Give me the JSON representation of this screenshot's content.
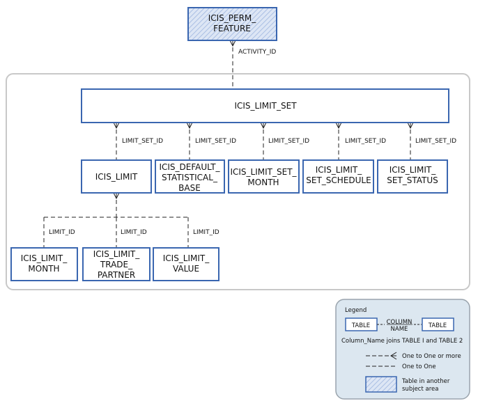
{
  "colors": {
    "border": "#3a66b0",
    "ext_fill": "#dde6f5",
    "hatch": "#aabfe3",
    "subject_area_border": "#c8c8c8",
    "legend_fill": "#dce7f0",
    "legend_border": "#9aa4ad",
    "line": "#222222"
  },
  "tables": {
    "perm_feature": [
      "ICIS_PERM_",
      "FEATURE"
    ],
    "limit_set": [
      "ICIS_LIMIT_SET"
    ],
    "limit": [
      "ICIS_LIMIT"
    ],
    "default_statistical_base": [
      "ICIS_DEFAULT_",
      "STATISTICAL_",
      "BASE"
    ],
    "limit_set_month": [
      "ICIS_LIMIT_SET_",
      "MONTH"
    ],
    "limit_set_schedule": [
      "ICIS_LIMIT_",
      "SET_SCHEDULE"
    ],
    "limit_set_status": [
      "ICIS_LIMIT_",
      "SET_STATUS"
    ],
    "limit_month": [
      "ICIS_LIMIT_",
      "MONTH"
    ],
    "limit_trade_partner": [
      "ICIS_LIMIT_",
      "TRADE_",
      "PARTNER"
    ],
    "limit_value": [
      "ICIS_LIMIT_",
      "VALUE"
    ]
  },
  "relationships": {
    "activity_id": "ACTIVITY_ID",
    "limit_set_id": "LIMIT_SET_ID",
    "limit_id": "LIMIT_ID"
  },
  "legend": {
    "title": "Legend",
    "table_label": "TABLE",
    "column_name": [
      "COLUMN",
      "NAME"
    ],
    "joins_text": "Column_Name joins TABLE I and TABLE 2",
    "one_to_many": "One to One or more",
    "one_to_one": "One to One",
    "other_area": [
      "Table in another",
      "subject area"
    ]
  }
}
